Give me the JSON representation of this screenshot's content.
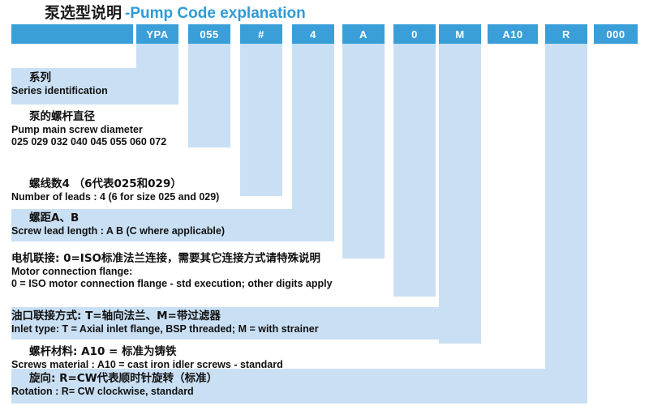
{
  "title": {
    "cn": "泵选型说明",
    "en": "-Pump Code explanation"
  },
  "colors": {
    "header_blue": "#3a9fd8",
    "band_light_blue": "#c9dff3",
    "title_accent": "#2e9bd6",
    "text": "#111111",
    "background": "#ffffff"
  },
  "code_header": {
    "cells": [
      {
        "label": "",
        "name": "code-cell-blank"
      },
      {
        "label": "YPA",
        "name": "code-cell-ypa"
      },
      {
        "label": "055",
        "name": "code-cell-055"
      },
      {
        "label": "#",
        "name": "code-cell-hash"
      },
      {
        "label": "4",
        "name": "code-cell-4"
      },
      {
        "label": "A",
        "name": "code-cell-a"
      },
      {
        "label": "0",
        "name": "code-cell-0"
      },
      {
        "label": "M",
        "name": "code-cell-m"
      },
      {
        "label": "A10",
        "name": "code-cell-a10"
      },
      {
        "label": "R",
        "name": "code-cell-r"
      },
      {
        "label": "000",
        "name": "code-cell-000"
      }
    ]
  },
  "rows": [
    {
      "name": "series-identification",
      "code_ref": "YPA",
      "cn": "系列",
      "en": "Series identification",
      "en2": "",
      "indented": true
    },
    {
      "name": "pump-main-screw-diameter",
      "code_ref": "055",
      "cn": "泵的螺杆直径",
      "en": "Pump main screw diameter",
      "en2": "025 029 032 040 045 055 060 072",
      "indented": true
    },
    {
      "name": "number-of-leads",
      "code_ref": "#",
      "cn": "螺线数4 （6代表025和029）",
      "en": "Number of leads : 4 (6 for size 025 and 029)",
      "en2": "",
      "indented": true
    },
    {
      "name": "screw-lead-length",
      "code_ref": "4",
      "cn": "螺距A、B",
      "en": "Screw lead length : A B (C where applicable)",
      "en2": "",
      "indented": true
    },
    {
      "name": "motor-connection-flange",
      "code_ref": "A",
      "cn": "电机联接:  0=ISO标准法兰连接，需要其它连接方式请特殊说明",
      "en": "Motor connection flange:",
      "en2": "0 = ISO motor connection flange - std execution; other digits apply",
      "indented": false
    },
    {
      "name": "inlet-type",
      "code_ref": "0",
      "cn": "油口联接方式:  T=轴向法兰、M=带过滤器",
      "en": "Inlet type: T = Axial inlet flange, BSP threaded; M = with strainer",
      "en2": "",
      "indented": false
    },
    {
      "name": "screws-material",
      "code_ref": "M",
      "cn": "螺杆材料:  A10 = 标准为铸铁",
      "en": "Screws material : A10 = cast iron idler screws  - standard",
      "en2": "",
      "indented": true
    },
    {
      "name": "rotation",
      "code_ref": "A10",
      "cn": "旋向:  R=CW代表顺时针旋转（标准）",
      "en": "Rotation : R= CW clockwise, standard",
      "en2": "",
      "indented": true
    }
  ]
}
